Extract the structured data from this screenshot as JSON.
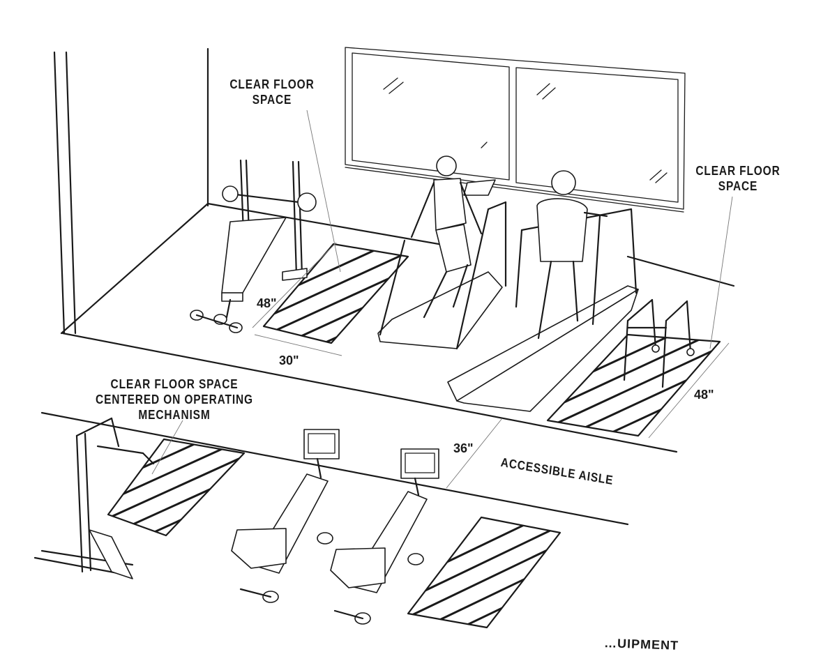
{
  "labels": {
    "clear_floor_space_top": [
      "CLEAR FLOOR",
      "SPACE"
    ],
    "clear_floor_space_right": [
      "CLEAR FLOOR",
      "SPACE"
    ],
    "clear_floor_space_centered": [
      "CLEAR FLOOR SPACE",
      "CENTERED ON OPERATING",
      "MECHANISM"
    ],
    "accessible_aisle": "ACCESSIBLE AISLE",
    "cropped_caption": "…UIPMENT"
  },
  "dimensions": {
    "bench_depth": "48\"",
    "bench_width": "30\"",
    "aisle_width": "36\"",
    "treadmill_depth": "48\""
  }
}
